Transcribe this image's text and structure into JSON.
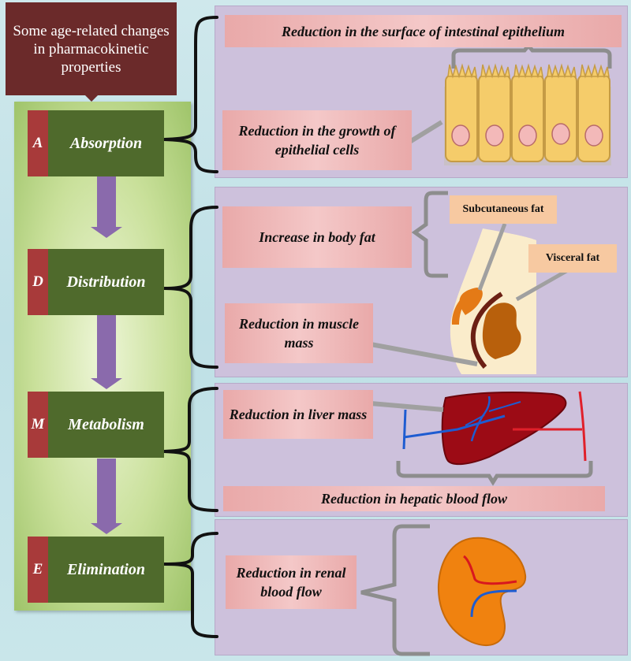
{
  "title": "Some age-related changes in pharmacokinetic properties",
  "steps": [
    {
      "letter": "A",
      "label": "Absorption"
    },
    {
      "letter": "D",
      "label": "Distribution"
    },
    {
      "letter": "M",
      "label": "Metabolism"
    },
    {
      "letter": "E",
      "label": "Elimination"
    }
  ],
  "absorption": {
    "surface": "Reduction in the surface of intestinal epithelium",
    "growth": "Reduction in the growth of epithelial cells"
  },
  "distribution": {
    "body_fat": "Increase in body fat",
    "muscle": "Reduction in muscle mass",
    "subcutaneous": "Subcutaneous fat",
    "visceral": "Visceral fat"
  },
  "metabolism": {
    "liver": "Reduction in liver mass",
    "hepatic": "Reduction in hepatic blood flow"
  },
  "elimination": {
    "renal": "Reduction in renal blood flow"
  },
  "colors": {
    "title_bg": "#6b2a2a",
    "step_bg": "#4f6a2c",
    "letter_bg": "#a83a3a",
    "arrow": "#8a6aac",
    "panel": "#cdc1dc"
  }
}
